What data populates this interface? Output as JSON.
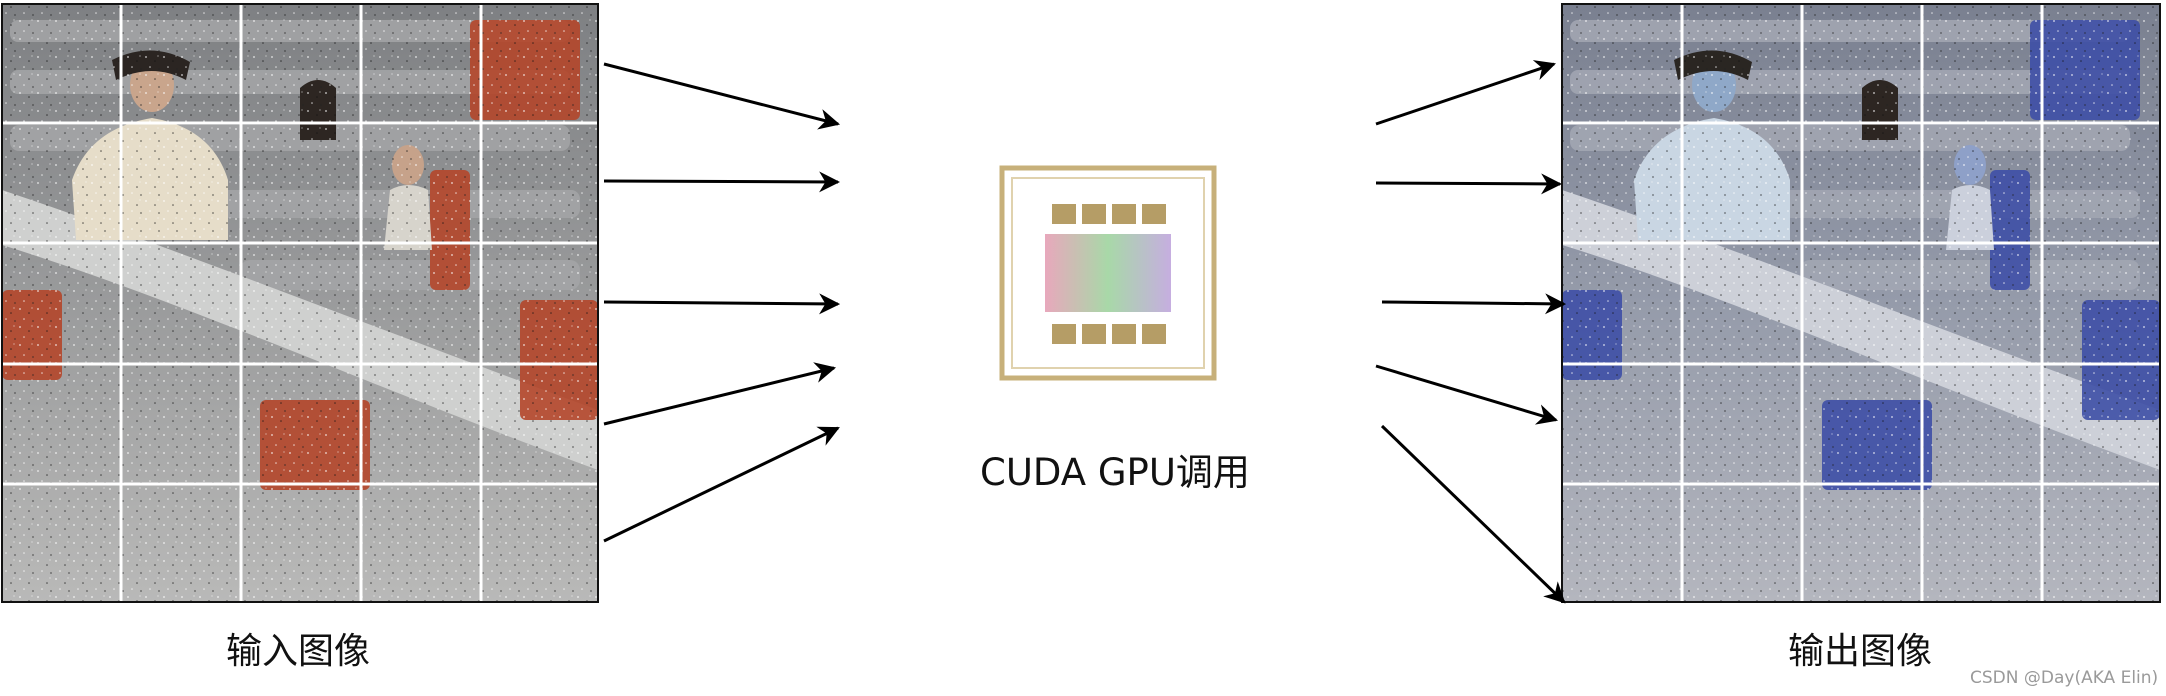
{
  "input_image": {
    "label": "输入图像",
    "grid": {
      "rows": 5,
      "cols": 5
    },
    "tint": "#8e8f91",
    "accent": "#b4462a"
  },
  "output_image": {
    "label": "输出图像",
    "grid": {
      "rows": 5,
      "cols": 5
    },
    "tint": "#8a94a8",
    "accent": "#3e4fa6"
  },
  "gpu": {
    "label": "CUDA GPU调用",
    "icon": "gpu-chip-icon",
    "frame_color": "#c7b07a",
    "pad_color": "#b59d66"
  },
  "arrows": {
    "left_count": 5,
    "right_count": 5,
    "color": "#000000"
  },
  "watermark": "CSDN @Day(AKA Elin)"
}
